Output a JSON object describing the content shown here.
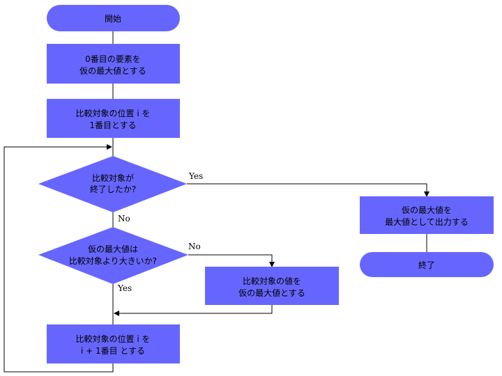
{
  "flowchart": {
    "start": {
      "label": "開始"
    },
    "init_max": {
      "line1": "0番目の要素を",
      "line2": "仮の最大値とする"
    },
    "init_pos": {
      "line1": "比較対象の位置 i を",
      "line2": "1番目とする"
    },
    "check_end": {
      "line1": "比較対象が",
      "line2": "終了したか?"
    },
    "compare": {
      "line1": "仮の最大値は",
      "line2": "比較対象より大きいか?"
    },
    "update_max": {
      "line1": "比較対象の値を",
      "line2": "仮の最大値とする"
    },
    "next_pos": {
      "line1": "比較対象の位置 i を",
      "line2": "i + 1番目 とする"
    },
    "output": {
      "line1": "仮の最大値を",
      "line2": "最大値として出力する"
    },
    "end": {
      "label": "終了"
    },
    "edges": {
      "end_yes": "Yes",
      "end_no": "No",
      "compare_no": "No",
      "compare_yes": "Yes"
    }
  },
  "colors": {
    "node_fill": "#6666ff",
    "line": "#000000"
  }
}
